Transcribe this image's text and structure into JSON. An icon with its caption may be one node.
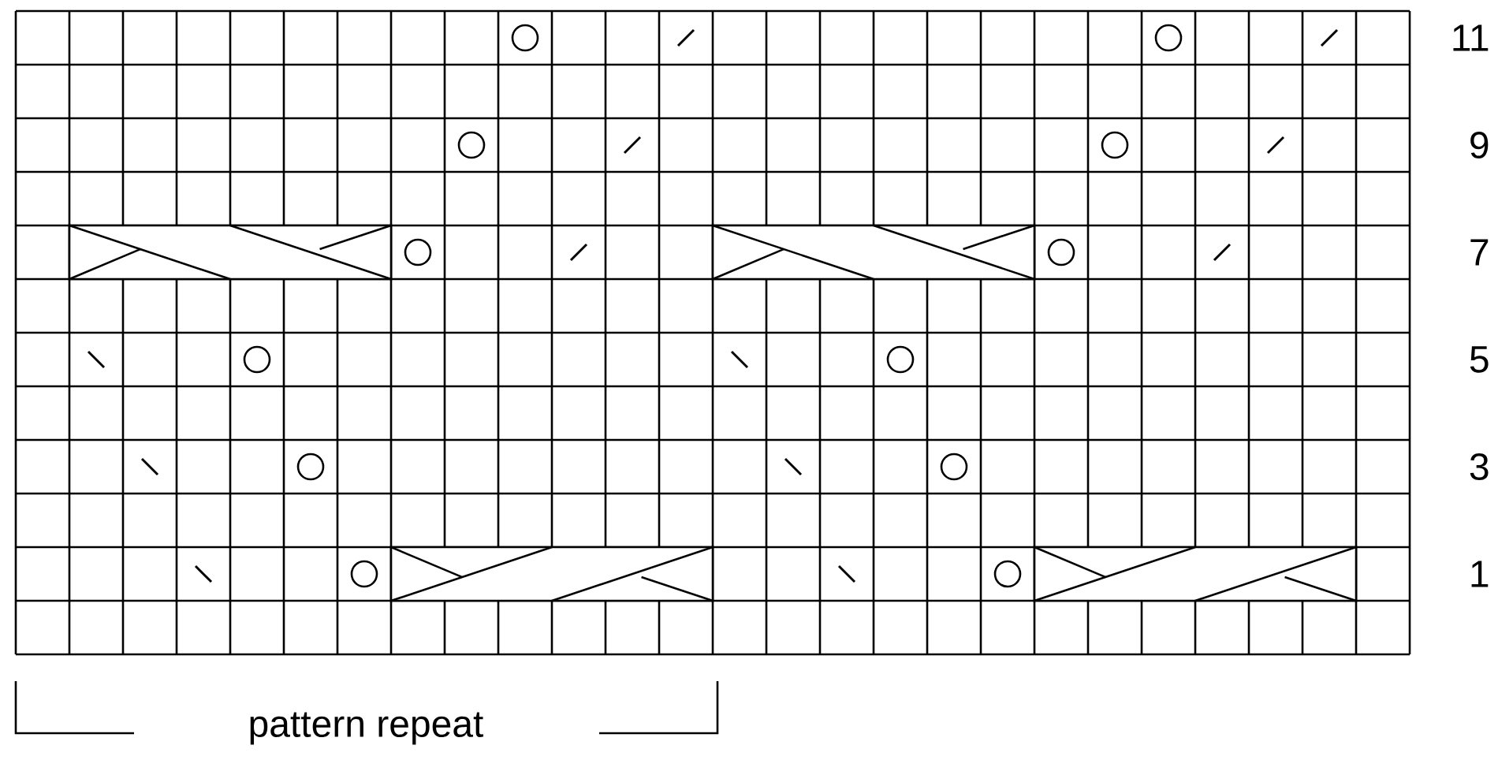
{
  "diagram": {
    "labels": [
      "11",
      "9",
      "7",
      "5",
      "3",
      "1",
      "pattern repeat"
    ]
  }
}
